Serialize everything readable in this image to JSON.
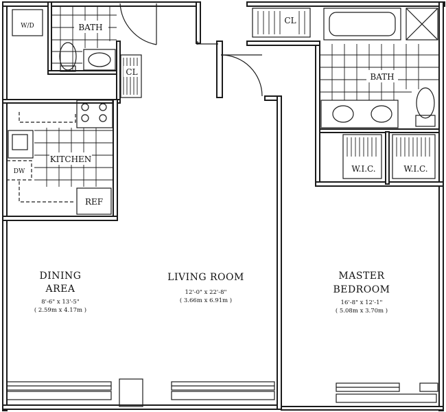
{
  "rooms": {
    "bath_left": "BATH",
    "wd": "W/D",
    "closet_left": "CL",
    "closet_top": "CL",
    "kitchen": "KITCHEN",
    "dw": "DW",
    "ref": "REF",
    "bath_right": "BATH",
    "wic1": "W.I.C.",
    "wic2": "W.I.C.",
    "dining": {
      "line1": "DINING",
      "line2": "AREA",
      "dim_imperial": "8'-6\" x 13'-5\"",
      "dim_metric": "( 2.59m x 4.17m )"
    },
    "living": {
      "line1": "LIVING ROOM",
      "dim_imperial": "12'-0\" x 22'-8\"",
      "dim_metric": "( 3.66m x 6.91m )"
    },
    "master": {
      "line1": "MASTER",
      "line2": "BEDROOM",
      "dim_imperial": "16'-8\" x 12'-1\"",
      "dim_metric": "( 5.08m x 3.70m )"
    }
  }
}
